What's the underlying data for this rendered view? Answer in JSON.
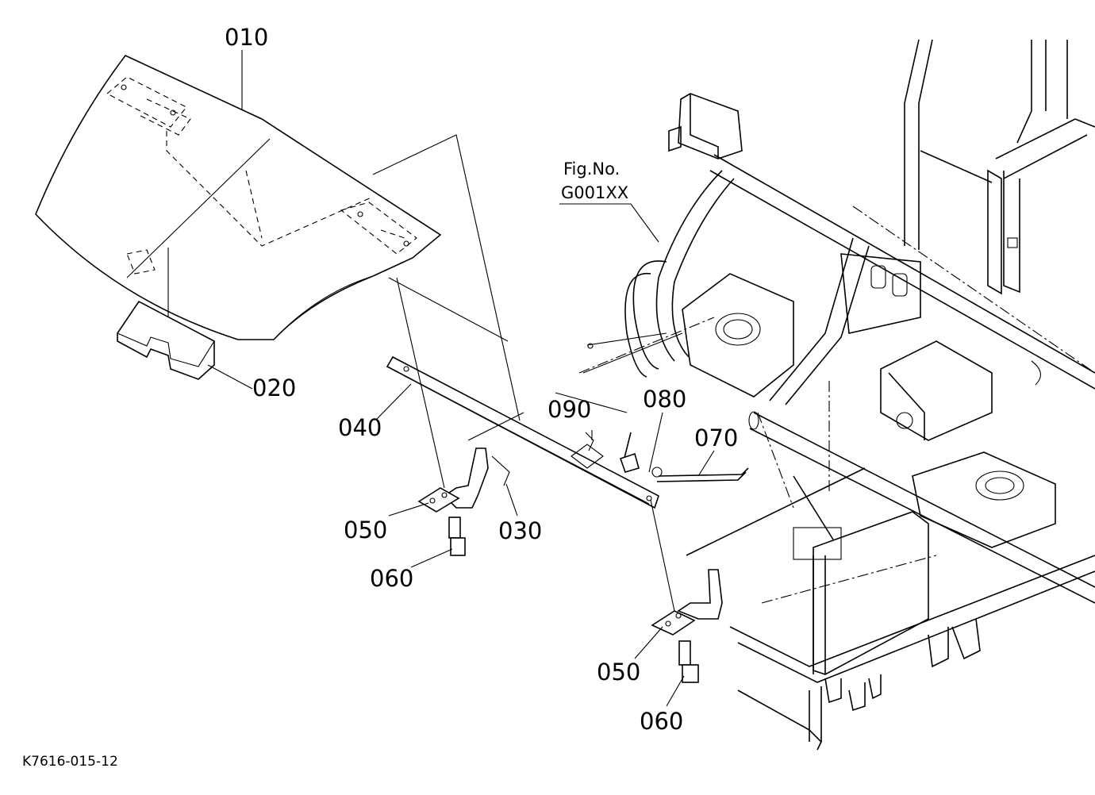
{
  "callouts": {
    "p010": "010",
    "p020": "020",
    "p030": "030",
    "p040": "040",
    "p050a": "050",
    "p050b": "050",
    "p060a": "060",
    "p060b": "060",
    "p070": "070",
    "p080": "080",
    "p090": "090"
  },
  "fig_ref": {
    "line1": "Fig.No.",
    "line2": "G001XX"
  },
  "drawing_code": "K7616-015-12"
}
